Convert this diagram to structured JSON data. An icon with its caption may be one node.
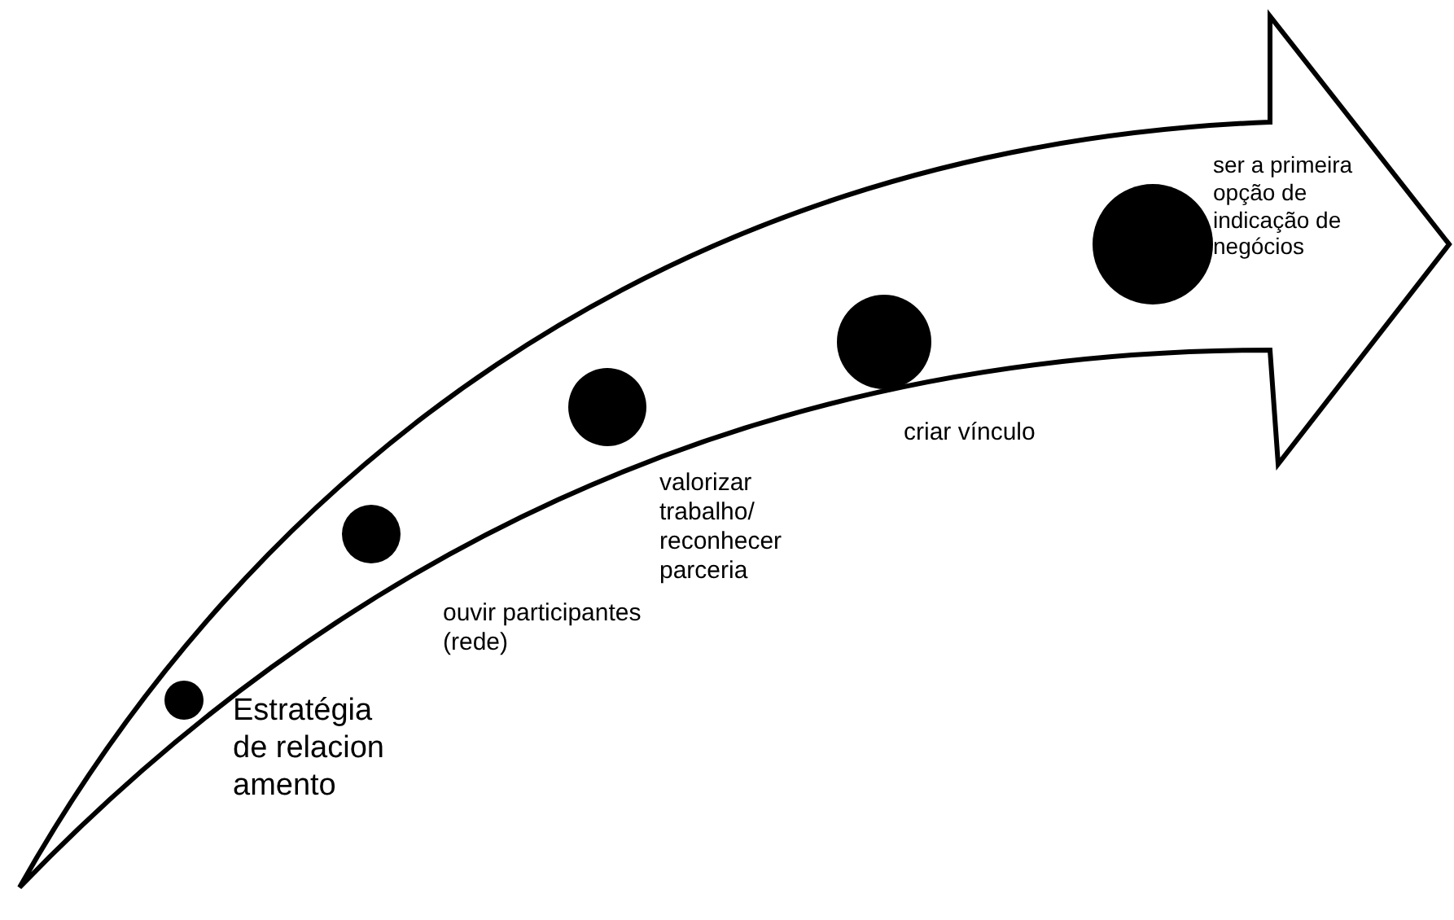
{
  "diagram": {
    "nodes": [
      {
        "text": [],
        "shape": "circle",
        "beside": [
          "Estratégia de relacionamento"
        ]
      },
      {
        "text": [],
        "shape": "circle",
        "beside": [
          "ouvir participantes (rede)"
        ]
      },
      {
        "text": [],
        "shape": "circle",
        "beside": [
          "valorizar trabalho/ reconhecer parceria"
        ]
      },
      {
        "text": [],
        "shape": "circle",
        "beside": [
          "criar vínculo"
        ]
      },
      {
        "text": [],
        "shape": "circle",
        "beside": [
          "ser a primeira opção de indicação de negócios"
        ]
      }
    ]
  }
}
